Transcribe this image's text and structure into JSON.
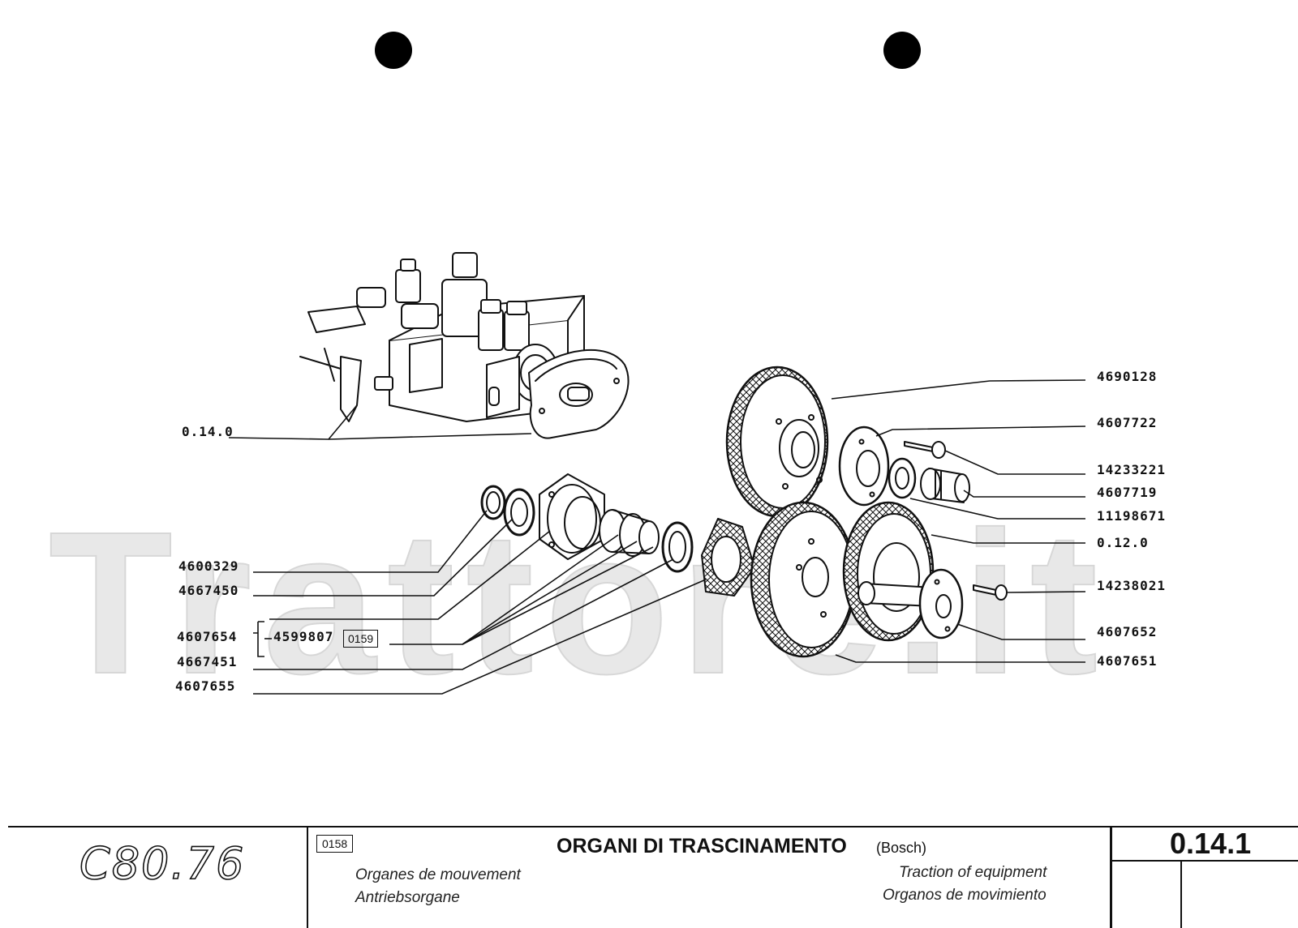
{
  "watermark": "Trattore.it",
  "callouts": {
    "pump_group": "0.14.0",
    "p4690128": "4690128",
    "p4607722": "4607722",
    "p14233221": "14233221",
    "p4607719": "4607719",
    "p11198671": "11198671",
    "p0120": "0.12.0",
    "p14238021": "14238021",
    "p4607652": "4607652",
    "p4607651": "4607651",
    "p4600329": "4600329",
    "p4667450": "4667450",
    "p4607654": "4607654",
    "p4599807": "4599807",
    "ref0159": "0159",
    "p4667451": "4667451",
    "p4607655": "4607655"
  },
  "title_block": {
    "model": "C80.76",
    "page_ref": "0158",
    "title": "ORGANI DI TRASCINAMENTO",
    "variant": "(Bosch)",
    "subtitle_fr": "Organes de mouvement",
    "subtitle_de": "Antriebsorgane",
    "subtitle_en": "Traction of equipment",
    "subtitle_es": "Organos de movimiento",
    "section_number": "0.14.1"
  }
}
